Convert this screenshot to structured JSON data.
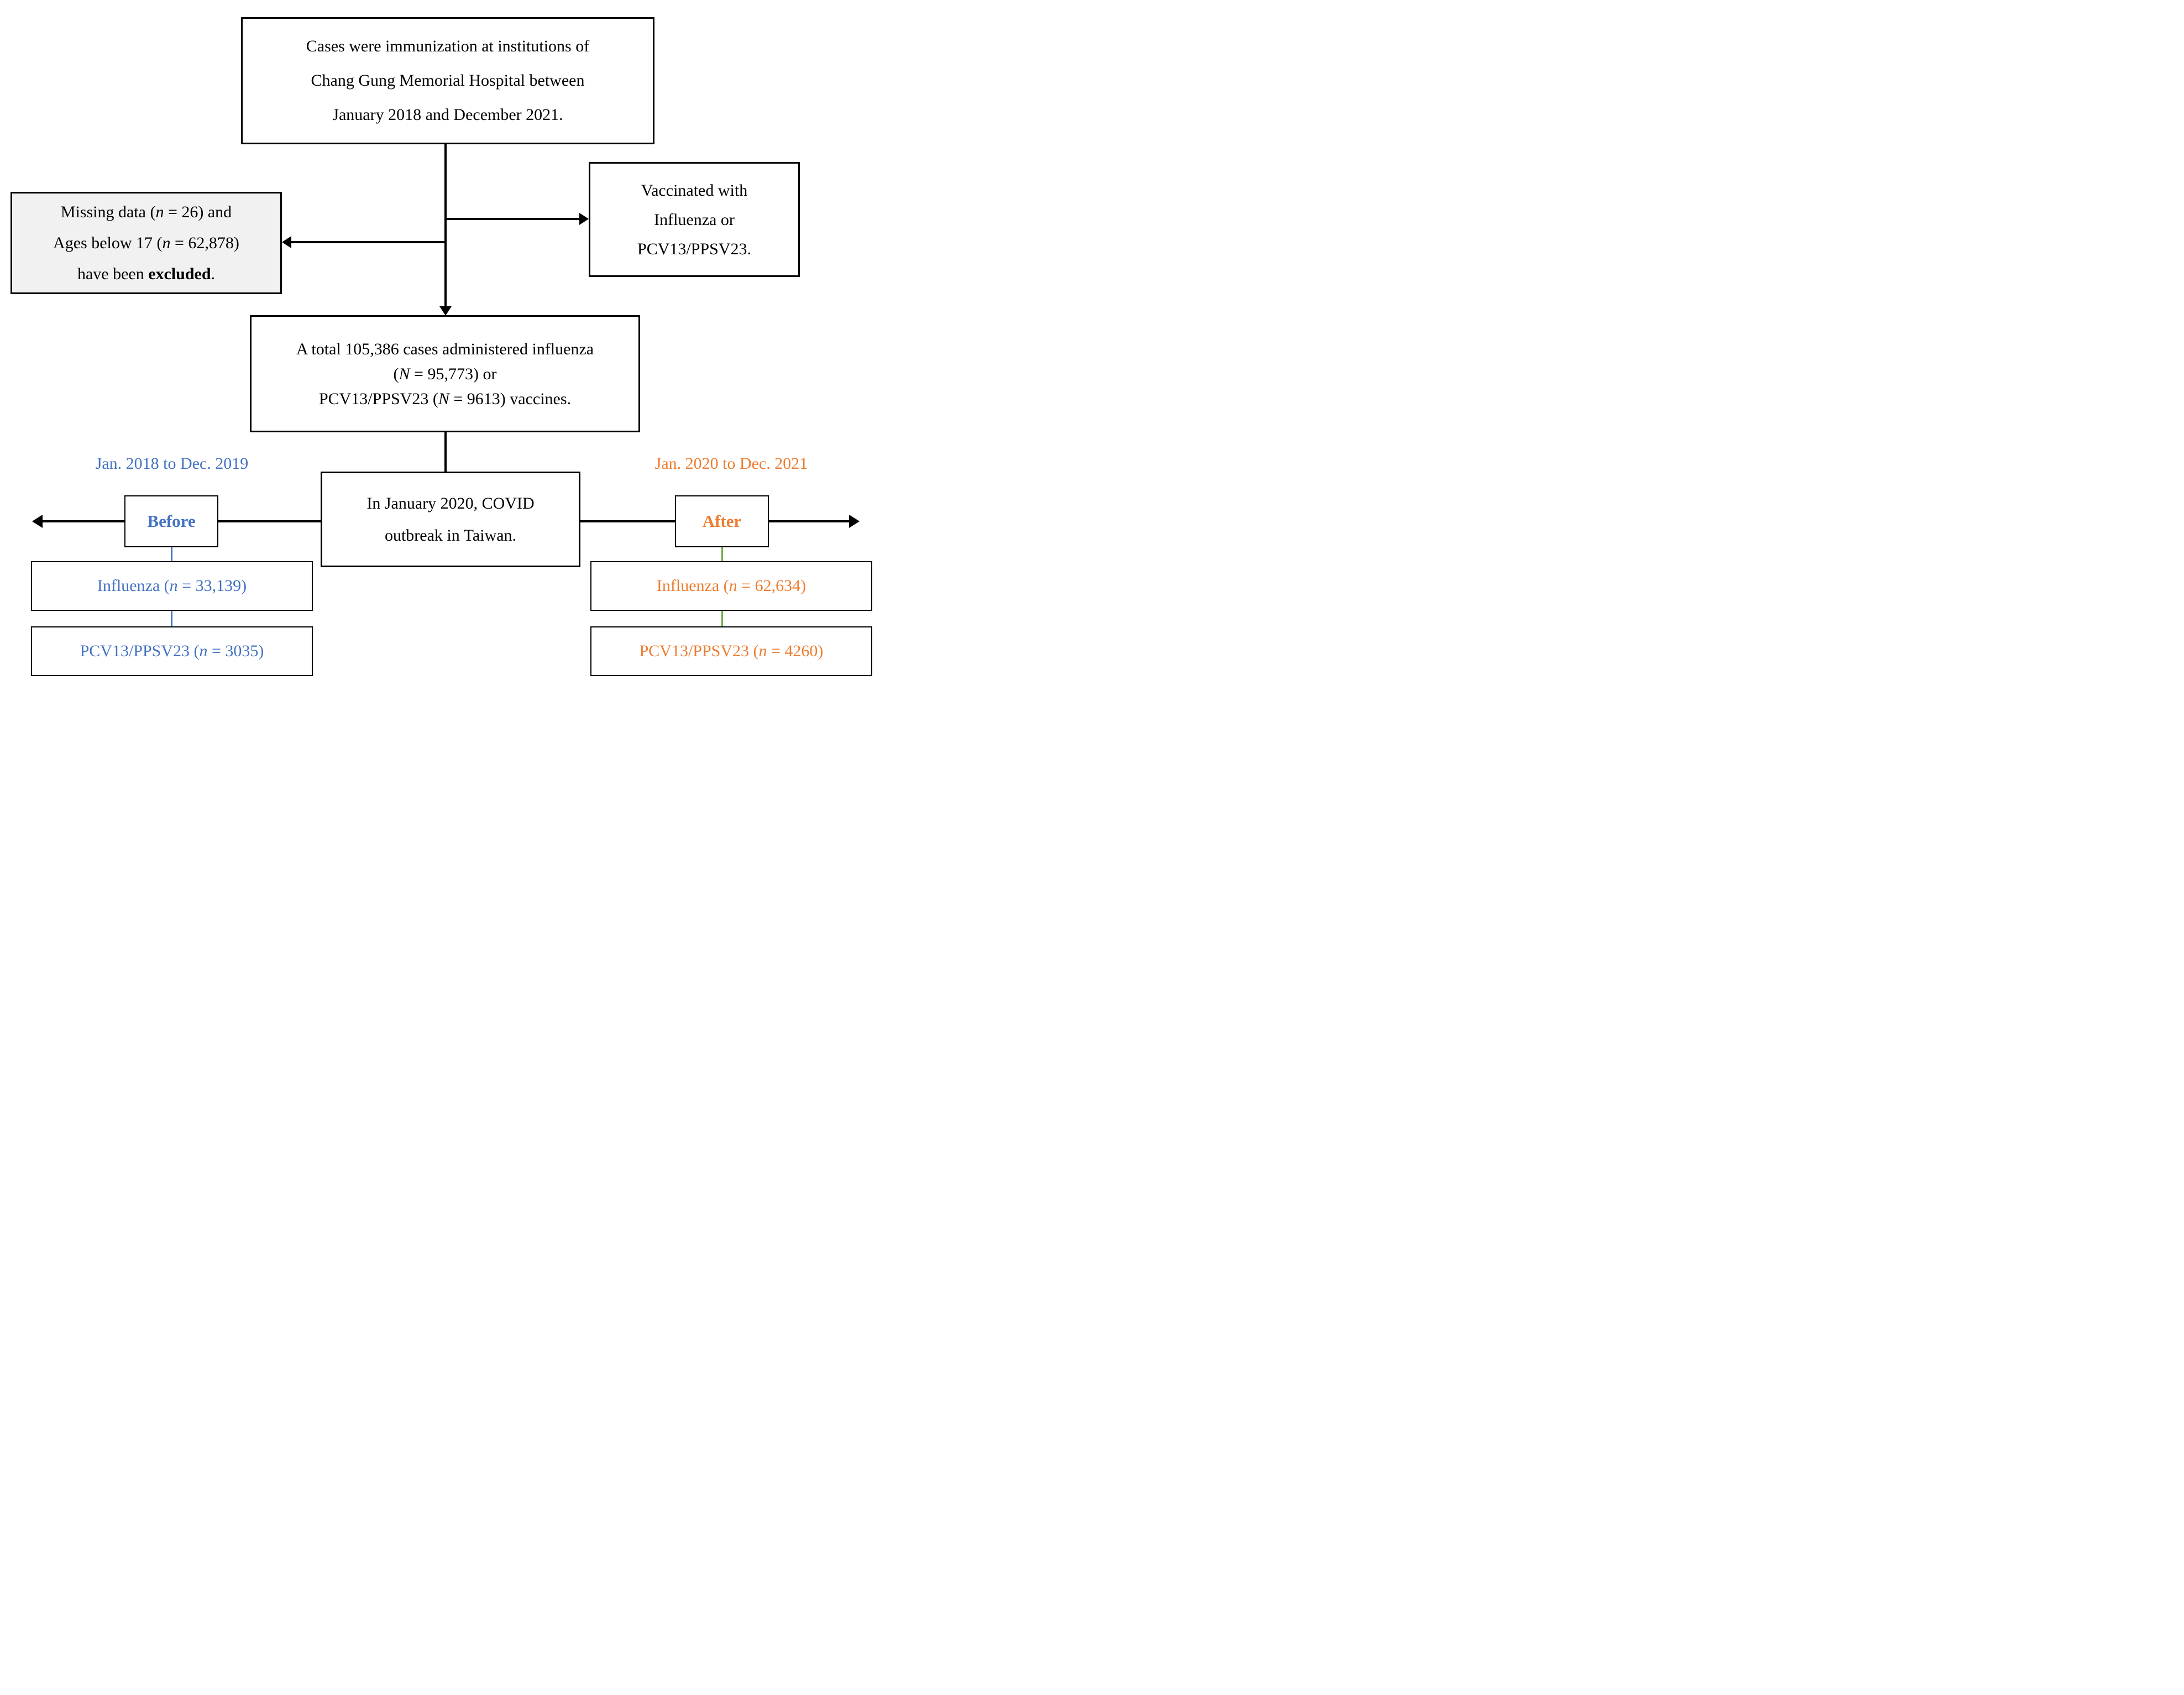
{
  "colors": {
    "blue": "#4472C4",
    "orange": "#ED7D31",
    "green": "#70AD47",
    "line_black": "#000000",
    "excluded_box_fill": "#F1F1F1"
  },
  "boxes": {
    "enrollment": {
      "line1": "Cases were immunization at institutions of",
      "line2": "Chang Gung Memorial Hospital between",
      "line3": "January 2018 and December 2021."
    },
    "excluded": {
      "line1_pre": "Missing data (",
      "line1_var": "n",
      "line1_post": " = 26) and",
      "line2_pre": "Ages below 17 (",
      "line2_var": "n",
      "line2_post": " = 62,878)",
      "line3_pre": "have been ",
      "line3_bold": "excluded",
      "line3_post": "."
    },
    "vaccinated": {
      "line1": "Vaccinated with",
      "line2": "Influenza or",
      "line3": "PCV13/PPSV23."
    },
    "total": {
      "line1": "A total 105,386 cases administered influenza",
      "line2_pre": "(",
      "line2_var": "N",
      "line2_post": " = 95,773) or",
      "line3_pre": "PCV13/PPSV23 (",
      "line3_var": "N",
      "line3_post": " = 9613) vaccines."
    },
    "covid": {
      "line1": "In January 2020, COVID",
      "line2": "outbreak in Taiwan."
    }
  },
  "before_branch": {
    "period": "Jan. 2018 to Dec. 2019",
    "label": "Before",
    "influenza_pre": "Influenza (",
    "influenza_var": "n",
    "influenza_post": " = 33,139)",
    "pcv_pre": "PCV13/PPSV23 (",
    "pcv_var": "n",
    "pcv_post": " = 3035)"
  },
  "after_branch": {
    "period": "Jan. 2020 to Dec. 2021",
    "label": "After",
    "influenza_pre": "Influenza (",
    "influenza_var": "n",
    "influenza_post": " = 62,634)",
    "pcv_pre": "PCV13/PPSV23 (",
    "pcv_var": "n",
    "pcv_post": " = 4260)"
  }
}
